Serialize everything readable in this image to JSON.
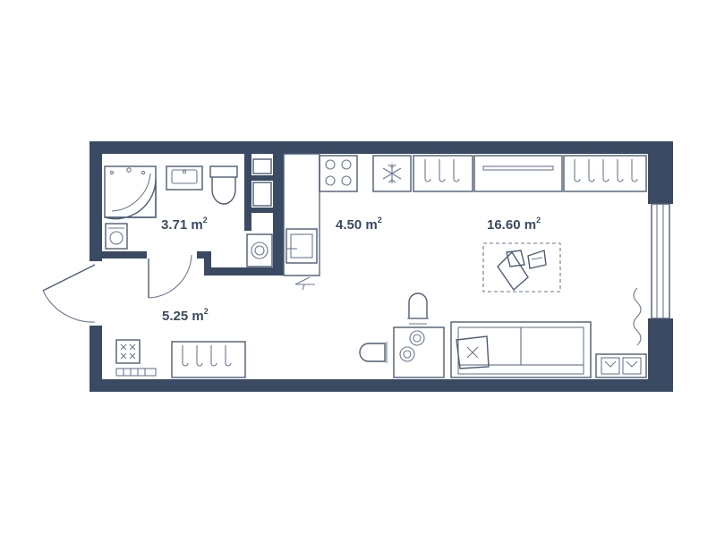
{
  "floorplan": {
    "rooms": [
      {
        "id": "bathroom",
        "area": "3.71",
        "unit": "m",
        "power": "2"
      },
      {
        "id": "kitchen",
        "area": "4.50",
        "unit": "m",
        "power": "2"
      },
      {
        "id": "living-room",
        "area": "16.60",
        "unit": "m",
        "power": "2"
      },
      {
        "id": "hallway",
        "area": "5.25",
        "unit": "m",
        "power": "2"
      }
    ],
    "colors": {
      "wall": "#3b4a63",
      "line": "#4d5c75",
      "background": "#ffffff"
    },
    "icons": [
      "shower-icon",
      "sink-icon",
      "toilet-icon",
      "washing-machine-icon",
      "stove-icon",
      "fridge-icon",
      "kitchen-sink-icon",
      "dining-table-icon",
      "chair-icon",
      "sofa-icon",
      "desk-icon",
      "wardrobe-icon",
      "door-icon",
      "window-icon",
      "radiator-icon"
    ]
  }
}
